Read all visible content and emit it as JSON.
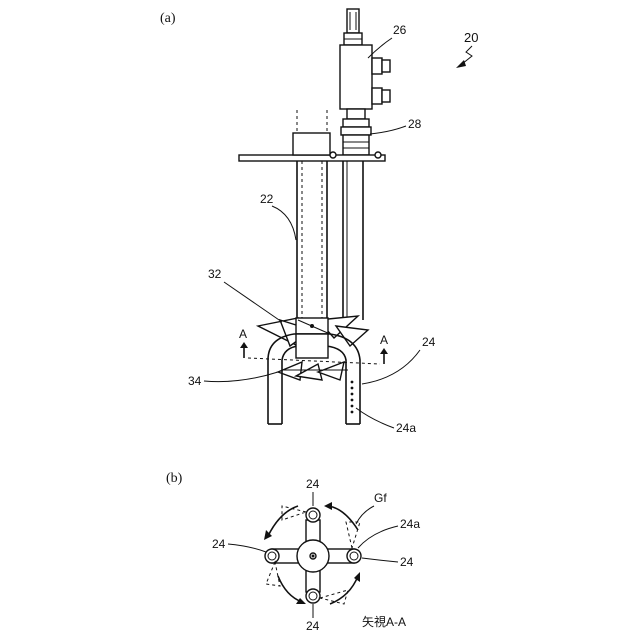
{
  "panels": {
    "a": "(a)",
    "b": "(b)"
  },
  "labels": {
    "ref_20": "20",
    "ref_26": "26",
    "ref_28": "28",
    "ref_22": "22",
    "ref_32": "32",
    "ref_34": "34",
    "ref_24_a": "24",
    "ref_24a_a": "24a",
    "section_left": "A",
    "section_right": "A",
    "ref_24_b_top": "24",
    "ref_24_b_left": "24",
    "ref_24_b_right": "24",
    "ref_24_b_bottom": "24",
    "ref_gf": "Gf",
    "ref_24a_b": "24a",
    "view_caption": "矢視A-A"
  }
}
